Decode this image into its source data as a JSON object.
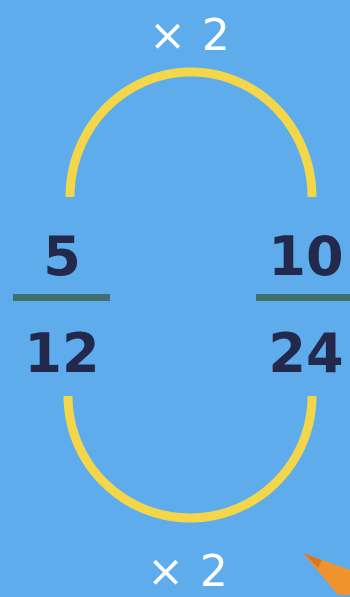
{
  "multiplier_top": "× 2",
  "multiplier_bottom": "× 2",
  "fraction_left": {
    "numerator": "5",
    "denominator": "12"
  },
  "fraction_right": {
    "numerator": "10",
    "denominator": "24"
  },
  "colors": {
    "background": "#5eaceb",
    "arc": "#f4d64a",
    "digits": "#22294d",
    "fraction_bar": "#40706e",
    "label": "#ffffff",
    "pencil": "#f0922e"
  }
}
